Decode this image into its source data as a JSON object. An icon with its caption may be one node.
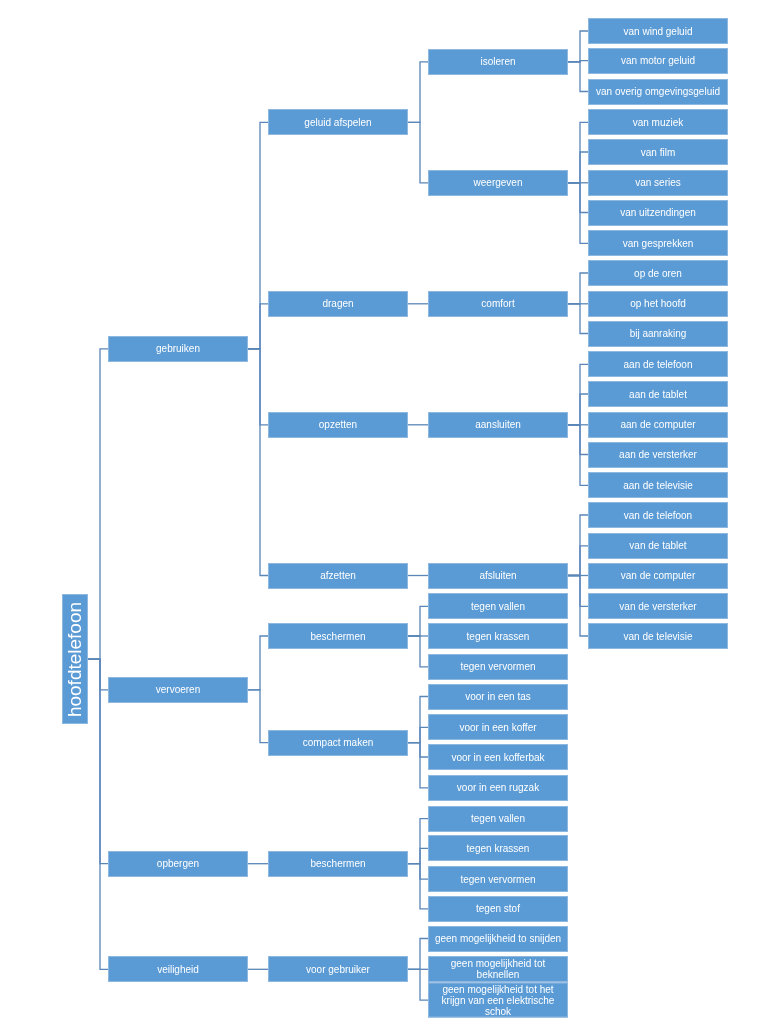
{
  "diagram": {
    "nodes": [
      {
        "text": [
          "hoofdtelefoon"
        ]
      },
      {
        "text": [
          "gebruiken"
        ]
      },
      {
        "text": [
          "geluid afspelen"
        ]
      },
      {
        "text": [
          "isoleren"
        ]
      },
      {
        "text": [
          "van wind geluid"
        ]
      },
      {
        "text": [
          "van motor geluid"
        ]
      },
      {
        "text": [
          "van overig omgevingsgeluid"
        ]
      },
      {
        "text": [
          "weergeven"
        ]
      },
      {
        "text": [
          "van muziek"
        ]
      },
      {
        "text": [
          "van film"
        ]
      },
      {
        "text": [
          "van series"
        ]
      },
      {
        "text": [
          "van uitzendingen"
        ]
      },
      {
        "text": [
          "van gesprekken"
        ]
      },
      {
        "text": [
          "dragen"
        ]
      },
      {
        "text": [
          "comfort"
        ]
      },
      {
        "text": [
          "op de oren"
        ]
      },
      {
        "text": [
          "op het hoofd"
        ]
      },
      {
        "text": [
          "bij aanraking"
        ]
      },
      {
        "text": [
          "opzetten"
        ]
      },
      {
        "text": [
          "aansluiten"
        ]
      },
      {
        "text": [
          "aan de telefoon"
        ]
      },
      {
        "text": [
          "aan de tablet"
        ]
      },
      {
        "text": [
          "aan de computer"
        ]
      },
      {
        "text": [
          "aan de versterker"
        ]
      },
      {
        "text": [
          "aan de televisie"
        ]
      },
      {
        "text": [
          "afzetten"
        ]
      },
      {
        "text": [
          "afsluiten"
        ]
      },
      {
        "text": [
          "van de telefoon"
        ]
      },
      {
        "text": [
          "van de tablet"
        ]
      },
      {
        "text": [
          "van de computer"
        ]
      },
      {
        "text": [
          "van de versterker"
        ]
      },
      {
        "text": [
          "van de televisie"
        ]
      },
      {
        "text": [
          "vervoeren"
        ]
      },
      {
        "text": [
          "beschermen"
        ]
      },
      {
        "text": [
          "tegen vallen"
        ]
      },
      {
        "text": [
          "tegen krassen"
        ]
      },
      {
        "text": [
          "tegen vervormen"
        ]
      },
      {
        "text": [
          "compact maken"
        ]
      },
      {
        "text": [
          "voor in een tas"
        ]
      },
      {
        "text": [
          "voor in een koffer"
        ]
      },
      {
        "text": [
          "voor in een kofferbak"
        ]
      },
      {
        "text": [
          "voor in een rugzak"
        ]
      },
      {
        "text": [
          "opbergen"
        ]
      },
      {
        "text": [
          "beschermen"
        ]
      },
      {
        "text": [
          "tegen vallen"
        ]
      },
      {
        "text": [
          "tegen krassen"
        ]
      },
      {
        "text": [
          "tegen vervormen"
        ]
      },
      {
        "text": [
          "tegen stof"
        ]
      },
      {
        "text": [
          "veiligheid"
        ]
      },
      {
        "text": [
          "voor gebruiker"
        ]
      },
      {
        "text": [
          "geen mogelijkheid to snijden"
        ]
      },
      {
        "text": [
          "geen mogelijkheid tot beknellen"
        ]
      },
      {
        "text": [
          "geen mogelijkheid tot het krijgn van een elektrische schok"
        ]
      }
    ],
    "edges": [
      {
        "from": 0,
        "to": 1,
        "arrow": "none"
      },
      {
        "from": 1,
        "to": 2,
        "arrow": "none"
      },
      {
        "from": 2,
        "to": 3,
        "arrow": "none"
      },
      {
        "from": 3,
        "to": 4,
        "arrow": "none"
      },
      {
        "from": 3,
        "to": 5,
        "arrow": "none"
      },
      {
        "from": 3,
        "to": 6,
        "arrow": "none"
      },
      {
        "from": 2,
        "to": 7,
        "arrow": "none"
      },
      {
        "from": 7,
        "to": 8,
        "arrow": "none"
      },
      {
        "from": 7,
        "to": 9,
        "arrow": "none"
      },
      {
        "from": 7,
        "to": 10,
        "arrow": "none"
      },
      {
        "from": 7,
        "to": 11,
        "arrow": "none"
      },
      {
        "from": 7,
        "to": 12,
        "arrow": "none"
      },
      {
        "from": 1,
        "to": 13,
        "arrow": "none"
      },
      {
        "from": 13,
        "to": 14,
        "arrow": "none"
      },
      {
        "from": 14,
        "to": 15,
        "arrow": "none"
      },
      {
        "from": 14,
        "to": 16,
        "arrow": "none"
      },
      {
        "from": 14,
        "to": 17,
        "arrow": "none"
      },
      {
        "from": 1,
        "to": 18,
        "arrow": "none"
      },
      {
        "from": 18,
        "to": 19,
        "arrow": "none"
      },
      {
        "from": 19,
        "to": 20,
        "arrow": "none"
      },
      {
        "from": 19,
        "to": 21,
        "arrow": "none"
      },
      {
        "from": 19,
        "to": 22,
        "arrow": "none"
      },
      {
        "from": 19,
        "to": 23,
        "arrow": "none"
      },
      {
        "from": 19,
        "to": 24,
        "arrow": "none"
      },
      {
        "from": 1,
        "to": 25,
        "arrow": "none"
      },
      {
        "from": 25,
        "to": 26,
        "arrow": "none"
      },
      {
        "from": 26,
        "to": 27,
        "arrow": "none"
      },
      {
        "from": 26,
        "to": 28,
        "arrow": "none"
      },
      {
        "from": 26,
        "to": 29,
        "arrow": "none"
      },
      {
        "from": 26,
        "to": 30,
        "arrow": "none"
      },
      {
        "from": 26,
        "to": 31,
        "arrow": "none"
      },
      {
        "from": 0,
        "to": 32,
        "arrow": "none"
      },
      {
        "from": 32,
        "to": 33,
        "arrow": "none"
      },
      {
        "from": 33,
        "to": 34,
        "arrow": "none"
      },
      {
        "from": 33,
        "to": 35,
        "arrow": "none"
      },
      {
        "from": 33,
        "to": 36,
        "arrow": "none"
      },
      {
        "from": 32,
        "to": 37,
        "arrow": "none"
      },
      {
        "from": 37,
        "to": 38,
        "arrow": "none"
      },
      {
        "from": 37,
        "to": 39,
        "arrow": "none"
      },
      {
        "from": 37,
        "to": 40,
        "arrow": "none"
      },
      {
        "from": 37,
        "to": 41,
        "arrow": "none"
      },
      {
        "from": 0,
        "to": 42,
        "arrow": "none"
      },
      {
        "from": 42,
        "to": 43,
        "arrow": "none"
      },
      {
        "from": 43,
        "to": 44,
        "arrow": "none"
      },
      {
        "from": 43,
        "to": 45,
        "arrow": "none"
      },
      {
        "from": 43,
        "to": 46,
        "arrow": "none"
      },
      {
        "from": 43,
        "to": 47,
        "arrow": "none"
      },
      {
        "from": 0,
        "to": 48,
        "arrow": "none"
      },
      {
        "from": 48,
        "to": 49,
        "arrow": "none"
      },
      {
        "from": 49,
        "to": 50,
        "arrow": "none"
      },
      {
        "from": 49,
        "to": 51,
        "arrow": "none"
      },
      {
        "from": 49,
        "to": 52,
        "arrow": "none"
      }
    ]
  }
}
